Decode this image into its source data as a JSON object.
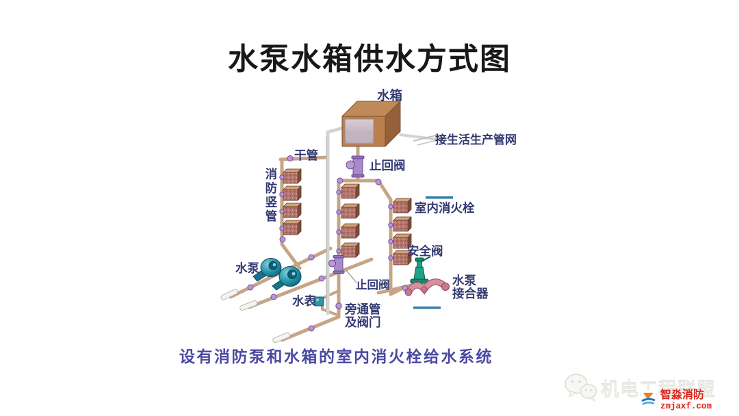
{
  "title": "水泵水箱供水方式图",
  "caption": "设有消防泵和水箱的室内消火栓给水系统",
  "diagram": {
    "labels": {
      "tank": "水箱",
      "domestic_network": "接生活生产管网",
      "main_pipe": "干管",
      "check_valve_top": "止回阀",
      "fire_riser": "消防竖管",
      "indoor_hydrant": "室内消火栓",
      "safety_valve": "安全阀",
      "pump": "水泵",
      "check_valve_bottom": "止回阀",
      "pump_coupler_line1": "水泵",
      "pump_coupler_line2": "接合器",
      "water_meter": "水表",
      "bypass_line1": "旁通管",
      "bypass_line2": "及阀门"
    }
  },
  "watermark": {
    "alliance_name": "机电工程联盟",
    "brand_name": "智淼消防",
    "brand_site": "zmjaxf.com"
  },
  "colors": {
    "title_black": "#181818",
    "label_navy": "#333a72",
    "caption_indigo": "#4a49a2",
    "underline_teal": "#2e7ca8",
    "pipe_tan": "#c6a587",
    "pipe_silver": "#d3d3d0",
    "tank_brown": "#bb7f4e",
    "cabinet_mauve": "#b3756d",
    "pump_teal": "#2593a9",
    "valve_purple": "#a78bc8",
    "safety_green": "#23a188",
    "coupler_pink": "#d88fa2",
    "water_meter_teal": "#2f93a4",
    "brand_red": "#e02218",
    "watermark_gray": "#eceae5"
  }
}
